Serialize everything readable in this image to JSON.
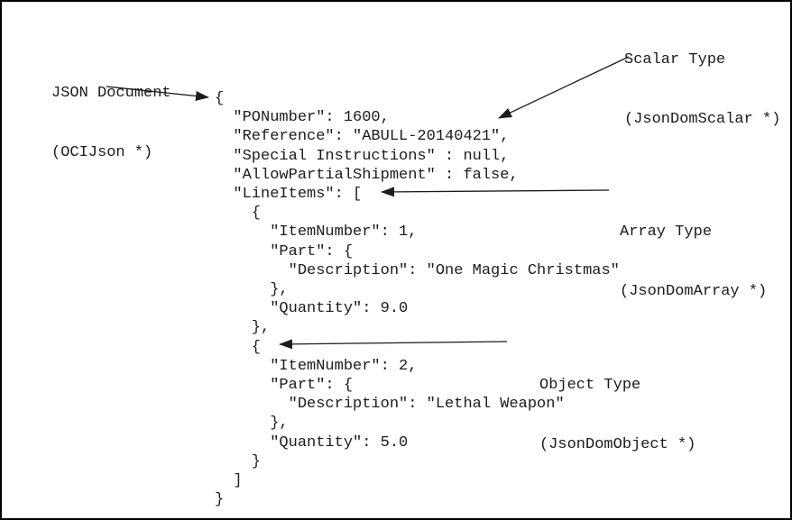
{
  "figure": {
    "background_color": "#ffffff",
    "border_color": "#000000",
    "text_color": "#1b1b1b"
  },
  "annotations": {
    "json_document": {
      "title": "JSON Document",
      "subtitle": "(OCIJson *)"
    },
    "scalar_type": {
      "title": "Scalar Type",
      "subtitle": "(JsonDomScalar *)"
    },
    "array_type": {
      "title": "Array Type",
      "subtitle": "(JsonDomArray *)"
    },
    "object_type": {
      "title": "Object Type",
      "subtitle": "(JsonDomObject *)"
    }
  },
  "code": {
    "lines": [
      "{",
      "  \"PONumber\": 1600,",
      "  \"Reference\": \"ABULL-20140421\",",
      "  \"Special Instructions\" : null,",
      "  \"AllowPartialShipment\" : false,",
      "  \"LineItems\": [",
      "    {",
      "      \"ItemNumber\": 1,",
      "      \"Part\": {",
      "        \"Description\": \"One Magic Christmas\"",
      "      },",
      "      \"Quantity\": 9.0",
      "    },",
      "    {",
      "      \"ItemNumber\": 2,",
      "      \"Part\": {",
      "        \"Description\": \"Lethal Weapon\"",
      "      },",
      "      \"Quantity\": 5.0",
      "    }",
      "  ]",
      "}"
    ]
  }
}
